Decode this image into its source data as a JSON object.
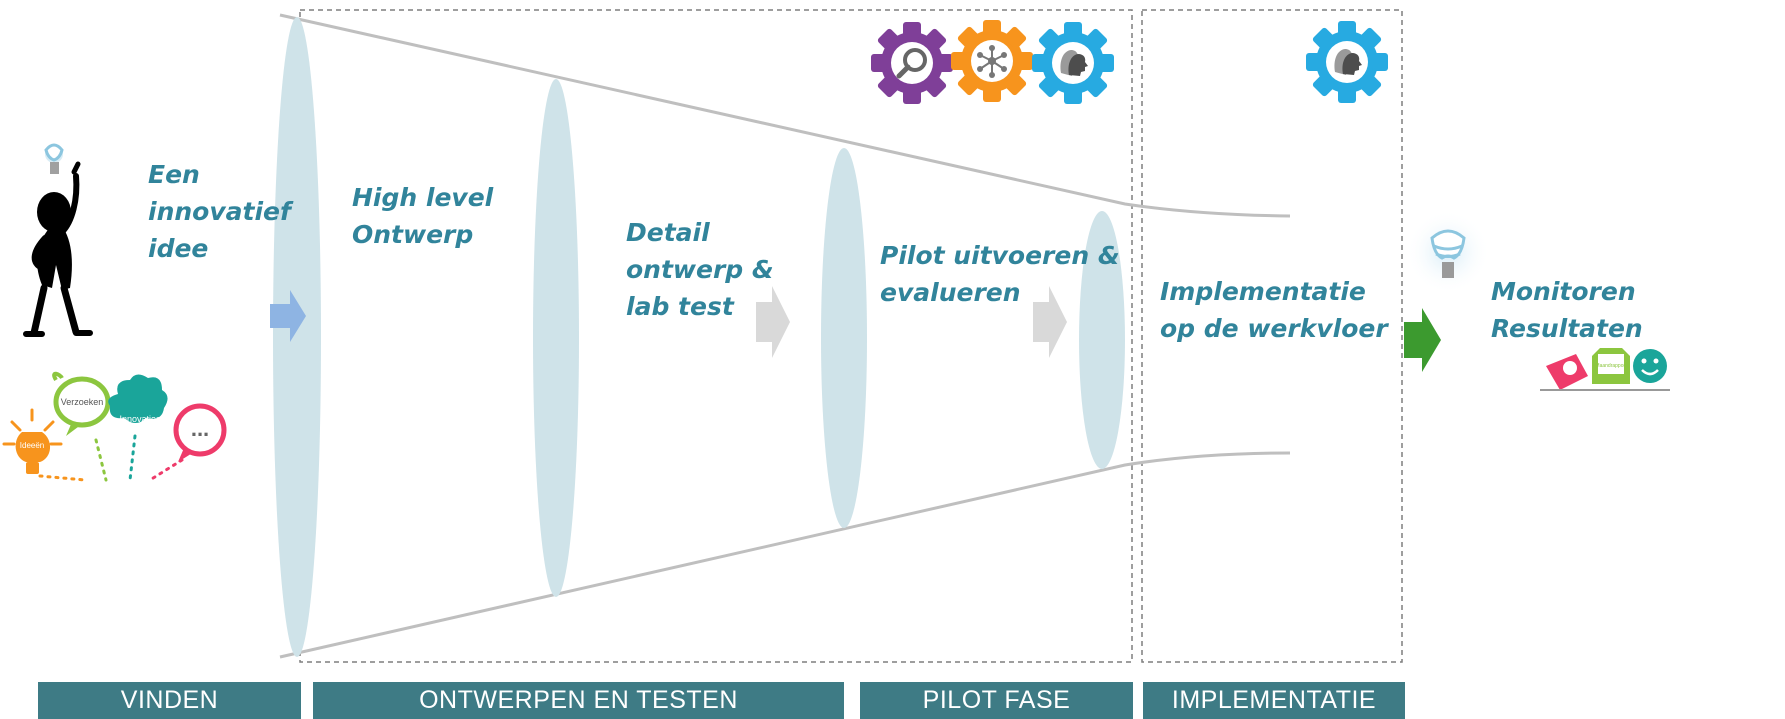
{
  "stages": [
    {
      "lines": [
        "Een",
        "innovatief",
        "idee"
      ]
    },
    {
      "lines": [
        "High level",
        "Ontwerp"
      ]
    },
    {
      "lines": [
        "Detail",
        "ontwerp &",
        "lab test"
      ]
    },
    {
      "lines": [
        "Pilot uitvoeren &",
        "evalueren"
      ]
    },
    {
      "lines": [
        "Implementatie",
        "op de werkvloer"
      ]
    },
    {
      "lines": [
        "Monitoren Resultaten"
      ]
    }
  ],
  "bubbles": {
    "ideeen": "Ideeën",
    "verzoeken": "Verzoeken",
    "innovaties": "Innovaties",
    "more": "..."
  },
  "mini_icon_text": "Maandrapport",
  "phases": [
    {
      "label": "VINDEN"
    },
    {
      "label": "ONTWERPEN EN TESTEN"
    },
    {
      "label": "PILOT FASE"
    },
    {
      "label": "IMPLEMENTATIE"
    }
  ],
  "icons": {
    "gear_top_purple": "magnifier-gear-icon",
    "gear_top_orange": "network-gear-icon",
    "gear_top_blue": "people-gear-icon",
    "gear_impl_blue": "people-gear-icon",
    "bulb_person": "lightbulb-icon",
    "bulb_result": "lightbulb-icon",
    "arrow_in": "blue-arrow-icon",
    "arrow_out": "green-arrow-icon"
  },
  "colors": {
    "stage_text": "#31849b",
    "phase_bar": "#3e7b85",
    "disc": "#cfe3e9",
    "funnel_line": "#bfbfbf",
    "gear_purple": "#7f3f98",
    "gear_orange": "#f7941d",
    "gear_blue": "#27aae1",
    "arrow_blue": "#8eb4e3",
    "arrow_green": "#3c9a2f",
    "arrow_grey": "#d9d9d9"
  }
}
